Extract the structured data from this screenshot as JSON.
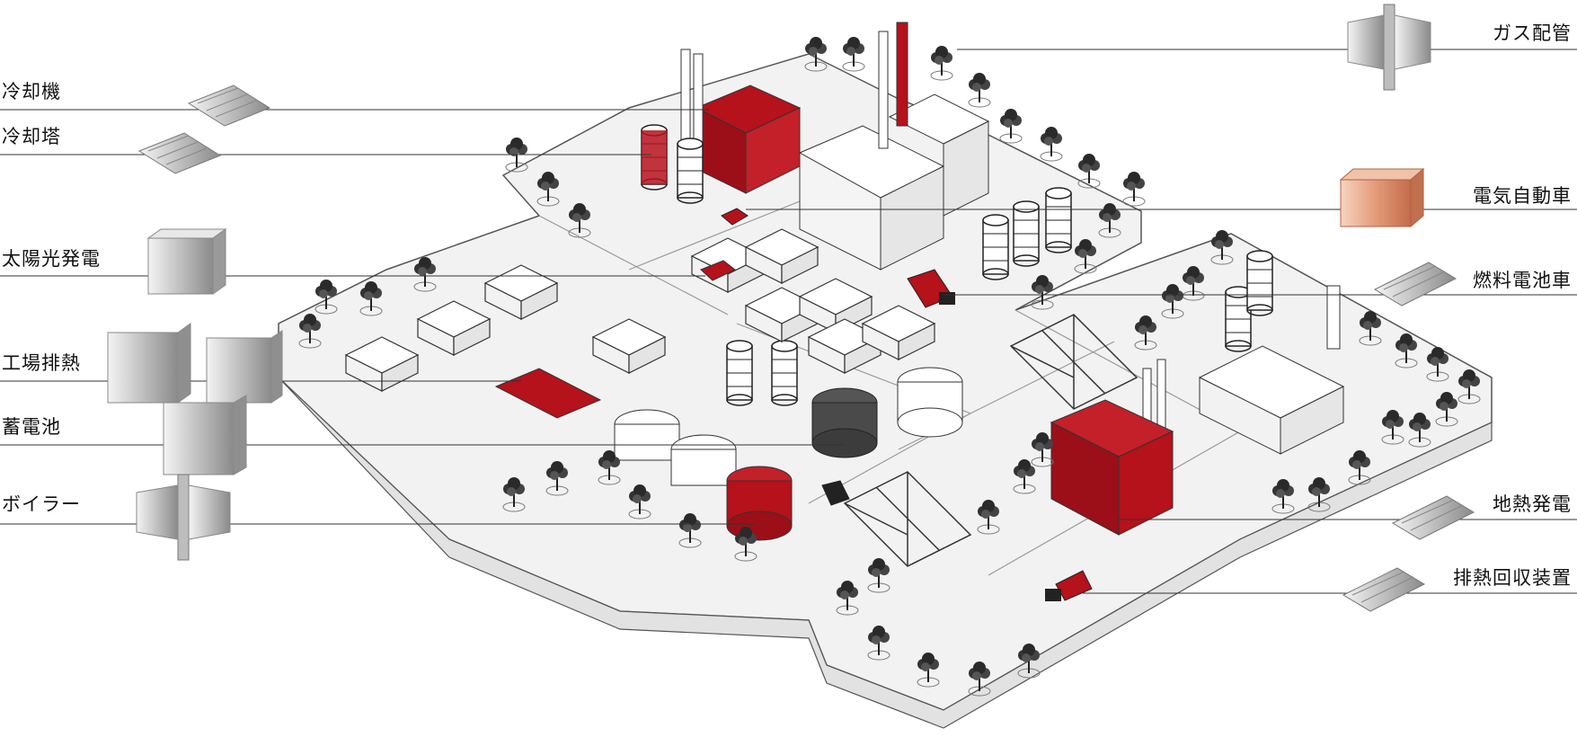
{
  "labels_left": [
    {
      "id": "chiller",
      "text": "冷却機"
    },
    {
      "id": "cooling-tower",
      "text": "冷却塔"
    },
    {
      "id": "solar-power",
      "text": "太陽光発電"
    },
    {
      "id": "factory-exhaust-heat",
      "text": "工場排熱"
    },
    {
      "id": "storage-battery",
      "text": "蓄電池"
    },
    {
      "id": "boiler",
      "text": "ボイラー"
    }
  ],
  "labels_right": [
    {
      "id": "gas-piping",
      "text": "ガス配管"
    },
    {
      "id": "electric-vehicle",
      "text": "電気自動車"
    },
    {
      "id": "fuel-cell-vehicle",
      "text": "燃料電池車"
    },
    {
      "id": "geothermal-power",
      "text": "地熱発電"
    },
    {
      "id": "exhaust-heat-recovery",
      "text": "排熱回収装置"
    }
  ],
  "colors": {
    "accent_red": "#b5121b",
    "ground": "#eeeeee",
    "line": "#444444",
    "heatsink_silver": "#c9c9c9",
    "heatsink_copper": "#e0a080"
  },
  "icons": [
    "heatsink-icon",
    "copper-heatsink-icon",
    "pin-fin-heatsink-icon",
    "flat-pipe-heatsink-icon",
    "tree-icon",
    "truck-icon",
    "car-icon",
    "bridge-icon",
    "storage-tank-icon",
    "chimney-icon"
  ]
}
